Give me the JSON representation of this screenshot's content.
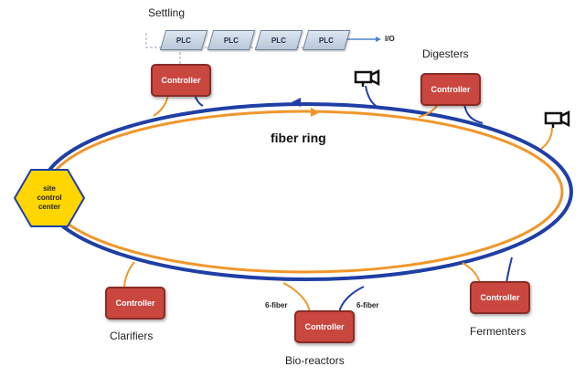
{
  "settling_label": "Settling",
  "plc_label": "PLC",
  "io_label": "I/O",
  "digesters_label": "Digesters",
  "fiber_ring_label": "fiber ring",
  "site_control_center_lines": [
    "site",
    "control",
    "center"
  ],
  "controller_label": "Controller",
  "clarifiers_label": "Clarifiers",
  "bioreactors_label": "Bio-reactors",
  "fermenters_label": "Fermenters",
  "six_fiber_label": "6-fiber",
  "colors": {
    "outer_ring": "#1f3fa5",
    "inner_ring": "#f0962a",
    "controller_fill": "#c9473f",
    "hexagon_fill": "#ffd600",
    "io_arrow": "#4f86c6"
  }
}
